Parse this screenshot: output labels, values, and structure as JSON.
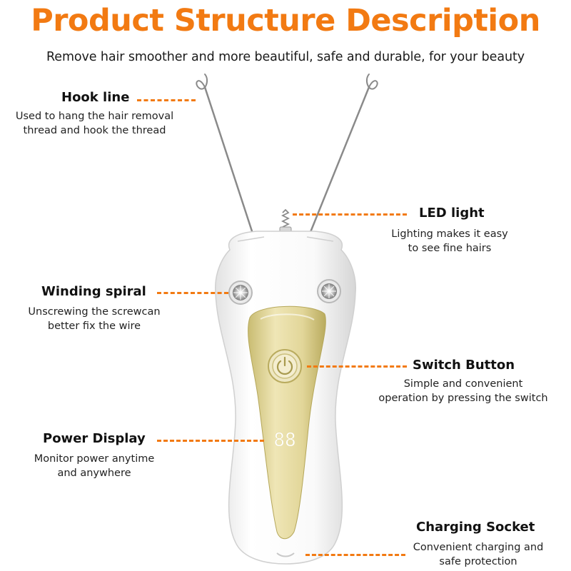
{
  "header": {
    "title": "Product Structure Description",
    "subtitle": "Remove hair smoother and more beautiful, safe and durable, for your beauty"
  },
  "callouts": {
    "hook_line": {
      "label": "Hook line",
      "desc_1": "Used to hang the hair  removal",
      "desc_2": "thread and hook the thread"
    },
    "led_light": {
      "label": "LED light",
      "desc_1": "Lighting makes it easy",
      "desc_2": "to see fine hairs"
    },
    "winding_spiral": {
      "label": "Winding spiral",
      "desc_1": "Unscrewing the screwcan",
      "desc_2": "better fix the wire"
    },
    "switch_button": {
      "label": "Switch Button",
      "desc_1": "Simple and convenient",
      "desc_2": "operation by pressing the switch"
    },
    "power_display": {
      "label": "Power Display",
      "desc_1": "Monitor power anytime",
      "desc_2": "and anywhere"
    },
    "charging_socket": {
      "label": "Charging Socket",
      "desc_1": "Convenient charging and",
      "desc_2": "safe protection"
    }
  },
  "device": {
    "display_digits": "88"
  },
  "colors": {
    "accent": "#f27a12",
    "gold": "#d9cf8f",
    "body": "#f4f4f4"
  }
}
